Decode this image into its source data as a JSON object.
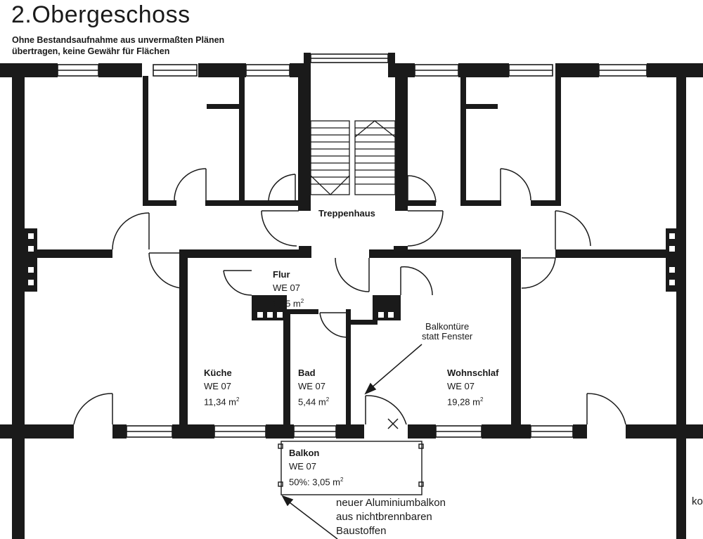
{
  "title": "2.Obergeschoss",
  "note_line1": "Ohne Bestandsaufnahme aus unvermaßten Plänen",
  "note_line2": "übertragen, keine Gewähr für Flächen",
  "rooms": {
    "stair": {
      "name": "Treppenhaus"
    },
    "hall": {
      "name": "Flur",
      "unit": "WE 07",
      "area": "6,05 m",
      "sup": "2"
    },
    "kitchen": {
      "name": "Küche",
      "unit": "WE 07",
      "area": "11,34 m",
      "sup": "2"
    },
    "bath": {
      "name": "Bad",
      "unit": "WE 07",
      "area": "5,44 m",
      "sup": "2"
    },
    "living": {
      "name": "Wohnschlaf",
      "unit": "WE 07",
      "area": "19,28 m",
      "sup": "2"
    },
    "balcony": {
      "name": "Balkon",
      "unit": "WE 07",
      "area": "50%: 3,05 m",
      "sup": "2"
    }
  },
  "annotations": {
    "door": {
      "line1": "Balkontüre",
      "line2": "statt Fenster"
    },
    "balcony_new": {
      "line1": "neuer Aluminiumbalkon",
      "line2": "aus nichtbrennbaren",
      "line3": "Baustoffen"
    },
    "edge_fragment": "ko"
  },
  "colors": {
    "wall": "#1a1a1a",
    "paper": "#ffffff"
  }
}
